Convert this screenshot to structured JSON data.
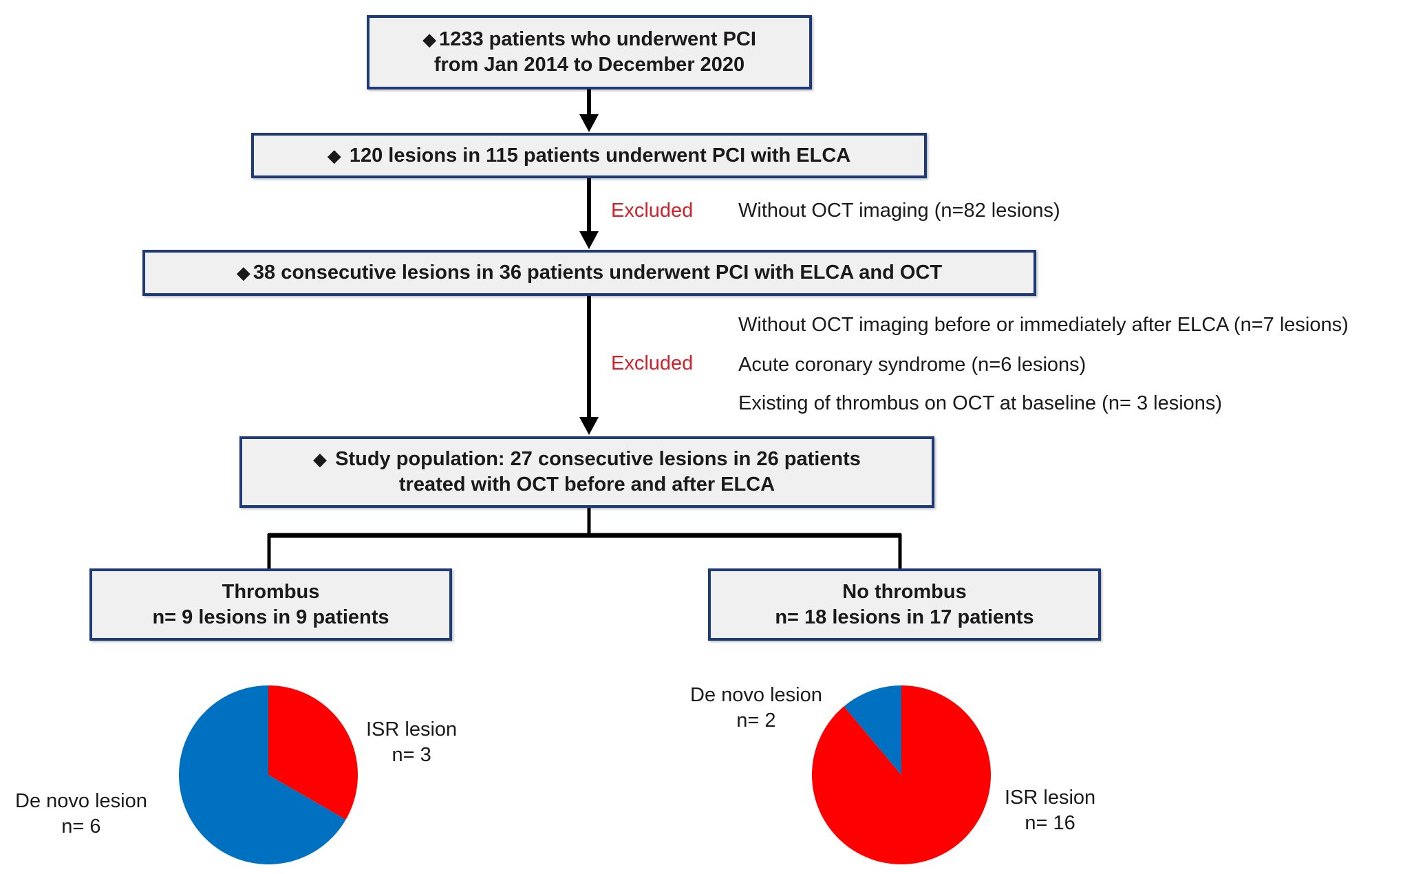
{
  "flow": {
    "box1": {
      "bullet": "◆",
      "lines": [
        "1233 patients who underwent PCI",
        "from Jan 2014 to December 2020"
      ]
    },
    "box2": {
      "bullet": "◆",
      "lines": [
        "120 lesions in 115 patients underwent PCI with ELCA"
      ]
    },
    "box3": {
      "bullet": "◆",
      "lines": [
        "38 consecutive lesions in 36 patients underwent PCI with ELCA and OCT"
      ]
    },
    "box4": {
      "bullet": "◆",
      "lines": [
        "Study population: 27 consecutive lesions in 26 patients",
        "treated with OCT before and after ELCA"
      ]
    },
    "thrombus": {
      "lines": [
        "Thrombus",
        "n= 9 lesions in 9 patients"
      ]
    },
    "no_thrombus": {
      "lines": [
        "No thrombus",
        "n= 18 lesions in 17 patients"
      ]
    }
  },
  "exclusions": [
    {
      "label": "Excluded",
      "reasons": [
        "Without OCT imaging  (n=82 lesions)"
      ]
    },
    {
      "label": "Excluded",
      "reasons": [
        "Without OCT imaging before or immediately after ELCA (n=7 lesions)",
        "Acute coronary syndrome (n=6 lesions)",
        "Existing of thrombus on OCT at baseline (n= 3 lesions)"
      ]
    }
  ],
  "colors": {
    "border": "#1f3a78",
    "box_fill": "#f0f0f0",
    "excluded": "#d0202a",
    "de_novo": "#0070c0",
    "isr": "#ff0000"
  },
  "chart_data": [
    {
      "type": "pie",
      "title": "Thrombus",
      "slices": [
        {
          "name": "ISR lesion",
          "label": "ISR lesion",
          "n_label": "n= 3",
          "value": 3,
          "color": "#ff0000"
        },
        {
          "name": "De novo lesion",
          "label": "De novo lesion",
          "n_label": "n= 6",
          "value": 6,
          "color": "#0070c0"
        }
      ],
      "start": "12 o'clock, clockwise"
    },
    {
      "type": "pie",
      "title": "No thrombus",
      "slices": [
        {
          "name": "ISR lesion",
          "label": "ISR lesion",
          "n_label": "n= 16",
          "value": 16,
          "color": "#ff0000"
        },
        {
          "name": "De novo lesion",
          "label": "De novo lesion",
          "n_label": "n= 2",
          "value": 2,
          "color": "#0070c0"
        }
      ],
      "start": "12 o'clock, clockwise"
    }
  ]
}
